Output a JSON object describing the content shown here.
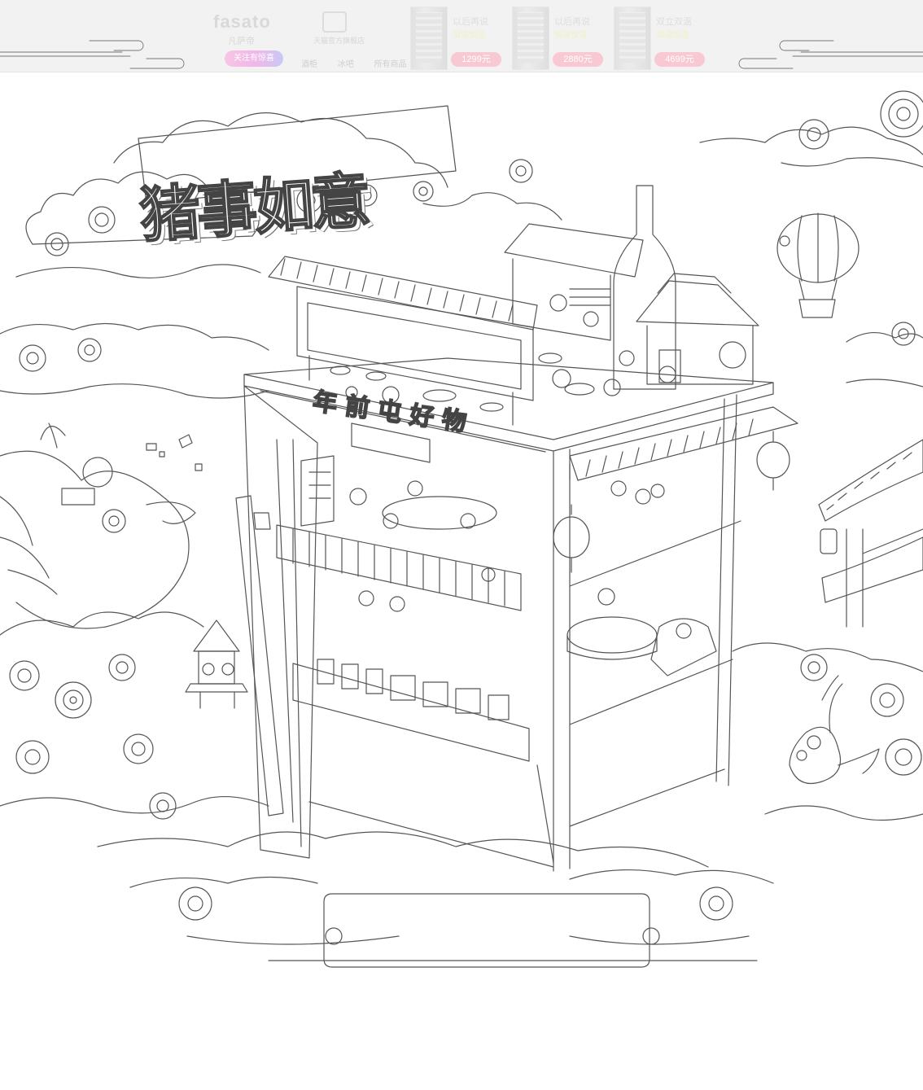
{
  "header": {
    "brand_name": "fasato",
    "brand_sub": "凡萨帝",
    "shop_label": "天猫官方旗舰店",
    "follow_label": "关注有惊喜",
    "nav": [
      "酒柜",
      "冰吧",
      "所有商品"
    ],
    "products": [
      {
        "name": "以后再说",
        "tag": "恒温恒湿",
        "price": "1299元"
      },
      {
        "name": "以后再说",
        "tag": "恒温恒湿",
        "price": "2880元"
      },
      {
        "name": "双立双温",
        "tag": "恒温恒湿",
        "price": "4699元"
      }
    ]
  },
  "illustration": {
    "title": "猪事如意",
    "sign": "年前屯好物",
    "colors": {
      "line": "#555555",
      "background": "#ffffff",
      "header_bg": "#f2f2f2",
      "price_pill": "#f9c9d3"
    }
  }
}
